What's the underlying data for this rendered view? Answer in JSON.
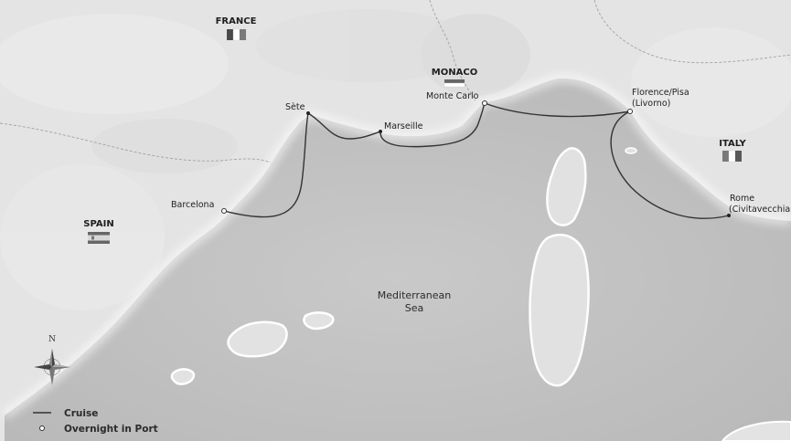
{
  "countries": {
    "france": "FRANCE",
    "monaco": "MONACO",
    "italy": "ITALY",
    "spain": "SPAIN"
  },
  "ports": {
    "sete": "Sète",
    "marseille": "Marseille",
    "monte_carlo": "Monte Carlo",
    "florence_line1": "Florence/Pisa",
    "florence_line2": "(Livorno)",
    "rome_line1": "Rome",
    "rome_line2": "(Civitavecchia)",
    "barcelona": "Barcelona"
  },
  "sea": {
    "line1": "Mediterranean",
    "line2": "Sea"
  },
  "compass": {
    "north": "N"
  },
  "legend": {
    "cruise": "Cruise",
    "overnight": "Overnight in Port"
  },
  "colors": {
    "route": "#333333",
    "sea": "#c3c3c3",
    "land": "#e6e6e6"
  }
}
